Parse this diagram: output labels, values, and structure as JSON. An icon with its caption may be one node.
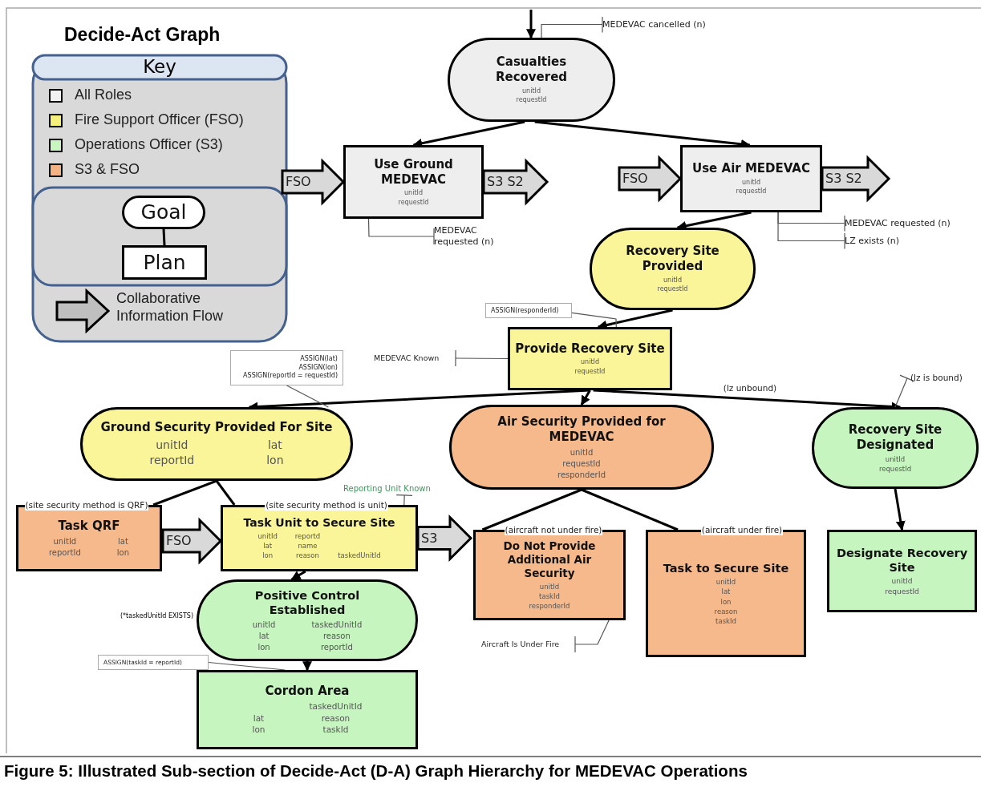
{
  "diagram": {
    "title": "Decide-Act Graph",
    "caption": "Figure 5: Illustrated Sub-section of Decide-Act (D-A) Graph Hierarchy for MEDEVAC Operations",
    "nodes": [
      {
        "text": [
          "Goal"
        ]
      },
      {
        "text": [
          "Plan"
        ]
      },
      {
        "text": [
          "Casualties Recovered",
          "unitId",
          "requestId"
        ]
      },
      {
        "text": [
          "Use Ground MEDEVAC",
          "unitId",
          "requestId"
        ]
      },
      {
        "text": [
          "Use Air MEDEVAC",
          "unitId",
          "requestId"
        ]
      },
      {
        "text": [
          "Recovery Site Provided",
          "unitId",
          "requestId"
        ]
      },
      {
        "text": [
          "Provide Recovery Site",
          "unitId",
          "requestId"
        ]
      },
      {
        "text": [
          "Ground Security Provided For Site",
          "unitId",
          "lat",
          "reportId",
          "lon"
        ]
      },
      {
        "text": [
          "Air Security Provided for MEDEVAC",
          "unitId",
          "requestId",
          "responderId"
        ]
      },
      {
        "text": [
          "Recovery Site Designated",
          "unitId",
          "requestId"
        ]
      },
      {
        "text": [
          "Task QRF",
          "unitId",
          "lat",
          "reportId",
          "lon"
        ]
      },
      {
        "text": [
          "Task Unit to Secure Site",
          "unitId",
          "reportd",
          "lat",
          "name",
          "lon",
          "reason",
          "taskedUnitId"
        ]
      },
      {
        "text": [
          "Do Not Provide Additional Air Security",
          "unitId",
          "taskId",
          "responderId"
        ]
      },
      {
        "text": [
          "Task to Secure Site",
          "unitId",
          "lat",
          "lon",
          "reason",
          "taskId"
        ]
      },
      {
        "text": [
          "Designate Recovery Site",
          "unitId",
          "requestId"
        ]
      },
      {
        "text": [
          "Positive Control Established",
          "unitId",
          "taskedUnitId",
          "lat",
          "reason",
          "lon",
          "reportId"
        ],
        "beside": [
          "(*taskedUnitId EXISTS)"
        ]
      },
      {
        "text": [
          "Cordon Area",
          "taskedUnitId",
          "lat",
          "reason",
          "lon",
          "taskId"
        ]
      },
      {
        "text": [
          "MEDEVAC cancelled (n)"
        ]
      },
      {
        "text": [
          "MEDEVAC requested (n)"
        ]
      },
      {
        "text": [
          "MEDEVAC requested (n)"
        ]
      },
      {
        "text": [
          "LZ exists (n)"
        ]
      },
      {
        "text": [
          "ASSIGN(responderId)"
        ]
      },
      {
        "text": [
          "MEDEVAC Known"
        ]
      },
      {
        "text": [
          "ASSIGN(lat)",
          "ASSIGN(lon)",
          "ASSIGN(reportId = requestId)"
        ]
      },
      {
        "text": [
          "(lz is bound)"
        ]
      },
      {
        "text": [
          "Reporting Unit Known"
        ]
      },
      {
        "text": [
          "ASSIGN(taskId = reportId)"
        ]
      },
      {
        "text": [
          "Aircraft Is Under Fire"
        ]
      }
    ],
    "edges": [
      {
        "from": null,
        "to": 2,
        "arrow": "to"
      },
      {
        "from": 2,
        "to": 3,
        "arrow": "to"
      },
      {
        "from": 2,
        "to": 4,
        "arrow": "to"
      },
      {
        "from": 4,
        "to": 5,
        "arrow": "to"
      },
      {
        "from": 5,
        "to": 6,
        "arrow": "to"
      },
      {
        "from": 6,
        "to": 7,
        "arrow": "to"
      },
      {
        "from": 6,
        "to": 8,
        "arrow": "to"
      },
      {
        "from": 6,
        "to": 9,
        "arrow": "to",
        "label": "(lz unbound)"
      },
      {
        "from": 7,
        "to": 10,
        "arrow": "none",
        "label": "(site security method is QRF)"
      },
      {
        "from": 7,
        "to": 11,
        "arrow": "none",
        "label": "(site security method is unit)"
      },
      {
        "from": 8,
        "to": 12,
        "arrow": "none",
        "label": "(aircraft not under fire)"
      },
      {
        "from": 8,
        "to": 13,
        "arrow": "none",
        "label": "(aircraft under fire)"
      },
      {
        "from": 9,
        "to": 14,
        "arrow": "to"
      },
      {
        "from": 11,
        "to": 15,
        "arrow": "to"
      },
      {
        "from": 15,
        "to": 16,
        "arrow": "to"
      },
      {
        "from": 0,
        "to": 1,
        "arrow": "none"
      },
      {
        "from": 17,
        "to": 2,
        "arrow": "other"
      },
      {
        "from": 18,
        "to": 3,
        "arrow": "other"
      },
      {
        "from": 19,
        "to": 4,
        "arrow": "other"
      },
      {
        "from": 20,
        "to": 4,
        "arrow": "other"
      },
      {
        "from": 21,
        "to": 6,
        "arrow": "none"
      },
      {
        "from": 22,
        "to": 6,
        "arrow": "other"
      },
      {
        "from": 23,
        "to": 7,
        "arrow": "none"
      },
      {
        "from": 24,
        "to": 9,
        "arrow": "other"
      },
      {
        "from": 25,
        "to": 11,
        "arrow": "other"
      },
      {
        "from": 26,
        "to": 16,
        "arrow": "none"
      },
      {
        "from": 27,
        "to": 12,
        "arrow": "other"
      },
      {
        "from": null,
        "to": 3,
        "arrow": "to",
        "label": "FSO",
        "style": "thick"
      },
      {
        "from": 3,
        "to": null,
        "arrow": "to",
        "label": "S3 S2",
        "style": "thick"
      },
      {
        "from": null,
        "to": 4,
        "arrow": "to",
        "label": "FSO",
        "style": "thick"
      },
      {
        "from": 4,
        "to": null,
        "arrow": "to",
        "label": "S3 S2",
        "style": "thick"
      },
      {
        "from": null,
        "to": 11,
        "arrow": "to",
        "label": "FSO",
        "style": "thick"
      },
      {
        "from": 11,
        "to": null,
        "arrow": "to",
        "label": "S3",
        "style": "thick"
      }
    ],
    "labels": [
      "Key"
    ],
    "legend": [
      {
        "text": "All Roles",
        "color": "#f2f2f2"
      },
      {
        "text": "Fire Support Officer (FSO)",
        "color": "#f5f07a"
      },
      {
        "text": "Operations Officer (S3)",
        "color": "#c8f5c0"
      },
      {
        "text": "S3 & FSO",
        "color": "#f4b183"
      },
      {
        "text": "Collaborative Information Flow"
      }
    ]
  }
}
